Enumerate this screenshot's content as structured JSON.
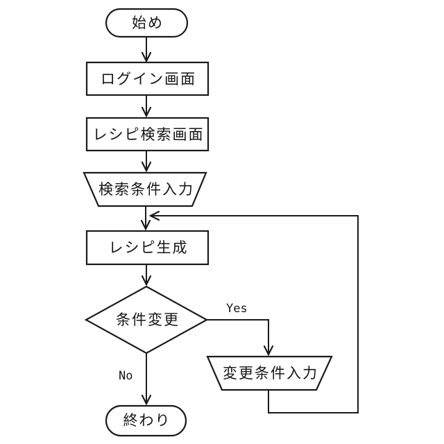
{
  "diagram": {
    "type": "flowchart",
    "nodes": [
      {
        "id": "start",
        "shape": "terminator",
        "label": "始め"
      },
      {
        "id": "login-screen",
        "shape": "process",
        "label": "ログイン画面"
      },
      {
        "id": "recipe-search-screen",
        "shape": "process",
        "label": "レシピ検索画面"
      },
      {
        "id": "search-condition-input",
        "shape": "manual-input",
        "label": "検索条件入力"
      },
      {
        "id": "recipe-generation",
        "shape": "process",
        "label": "レシピ生成"
      },
      {
        "id": "condition-change",
        "shape": "decision",
        "label": "条件変更"
      },
      {
        "id": "change-condition-input",
        "shape": "manual-input",
        "label": "変更条件入力"
      },
      {
        "id": "end",
        "shape": "terminator",
        "label": "終わり"
      }
    ],
    "edge_labels": {
      "yes": "Yes",
      "no": "No"
    },
    "colors": {
      "stroke": "#1a1a1a",
      "background": "#ffffff",
      "text": "#161616"
    }
  }
}
